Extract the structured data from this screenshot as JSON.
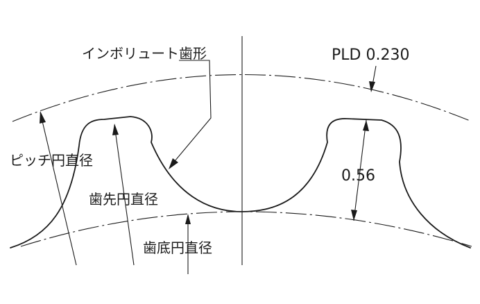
{
  "labels": {
    "involute_profile": "インボリュート歯形",
    "pld": "PLD 0.230",
    "pitch_circle_diameter": "ピッチ円直径",
    "tooth_depth": "0.56",
    "tip_circle_diameter": "歯先円直径",
    "root_circle_diameter": "歯底円直径"
  },
  "colors": {
    "ink": "#1a1a1a",
    "background": "#ffffff"
  }
}
